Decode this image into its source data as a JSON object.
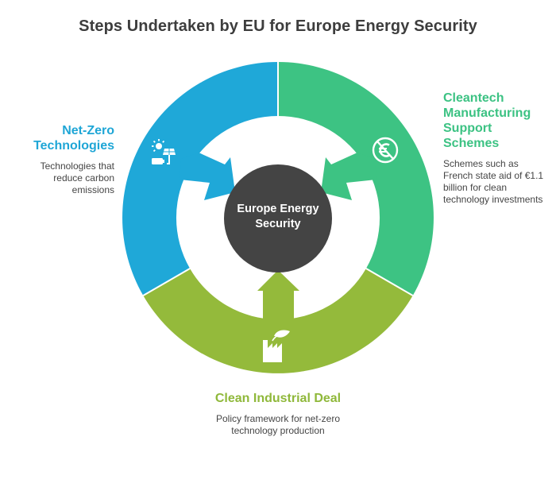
{
  "title": "Steps Undertaken by EU for Europe Energy Security",
  "center": {
    "label": "Europe Energy Security",
    "color": "#444444"
  },
  "segments": [
    {
      "id": "net-zero",
      "title": "Net-Zero Technologies",
      "description": "Technologies that reduce carbon emissions",
      "color": "#1fa8d8",
      "icon": "solar-battery-icon",
      "position": "left"
    },
    {
      "id": "cleantech",
      "title": "Cleantech Manufacturing Support Schemes",
      "description": "Schemes such as French state aid of €1.1 billion for clean technology investments",
      "color": "#3dc383",
      "icon": "euro-no-circle-icon",
      "position": "right"
    },
    {
      "id": "clean-industrial",
      "title": "Clean Industrial Deal",
      "description": "Policy framework for net-zero technology production",
      "color": "#94ba3b",
      "icon": "eco-factory-icon",
      "position": "bottom"
    }
  ]
}
